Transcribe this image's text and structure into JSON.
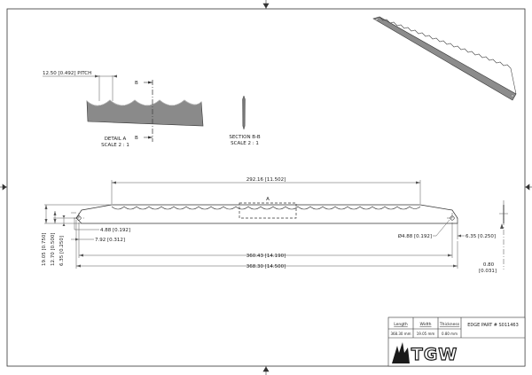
{
  "drawing": {
    "detail_a": {
      "title": "DETAIL  A",
      "scale": "SCALE 2 : 1",
      "pitch_label": "12.50 [0.492] PITCH",
      "cut_label_top": "B",
      "cut_label_bottom": "B"
    },
    "section_bb": {
      "title": "SECTION B-B",
      "scale": "SCALE 2 : 1"
    },
    "main_view": {
      "detail_marker": "A",
      "dims": {
        "serrated_length": "292.16 [11.502]",
        "hole_offset_y": "4.88 [0.192]",
        "hole_offset_x": "7.92 [0.312]",
        "hole_diameter": "Ø4.88 [0.192]",
        "right_hole_offset": "6.35 [0.250]",
        "hole_center_distance": "360.43 [14.190]",
        "overall_length": "368.30 [14.500]",
        "height_total": "19.05 [0.750]",
        "height_mid": "12.70 [0.500]",
        "height_low": "6.35 [0.250]",
        "thickness_mm": "0.80",
        "thickness_in": "[0.031]"
      }
    }
  },
  "title_block": {
    "headers": {
      "length": "Length",
      "width": "Width",
      "thickness": "Thickness"
    },
    "values": {
      "length": "368.30 mm",
      "width": "19.05 mm",
      "thickness": "0.80 mm"
    },
    "part_number": "EDGE PART # S011463",
    "logo_text": "TGW"
  }
}
